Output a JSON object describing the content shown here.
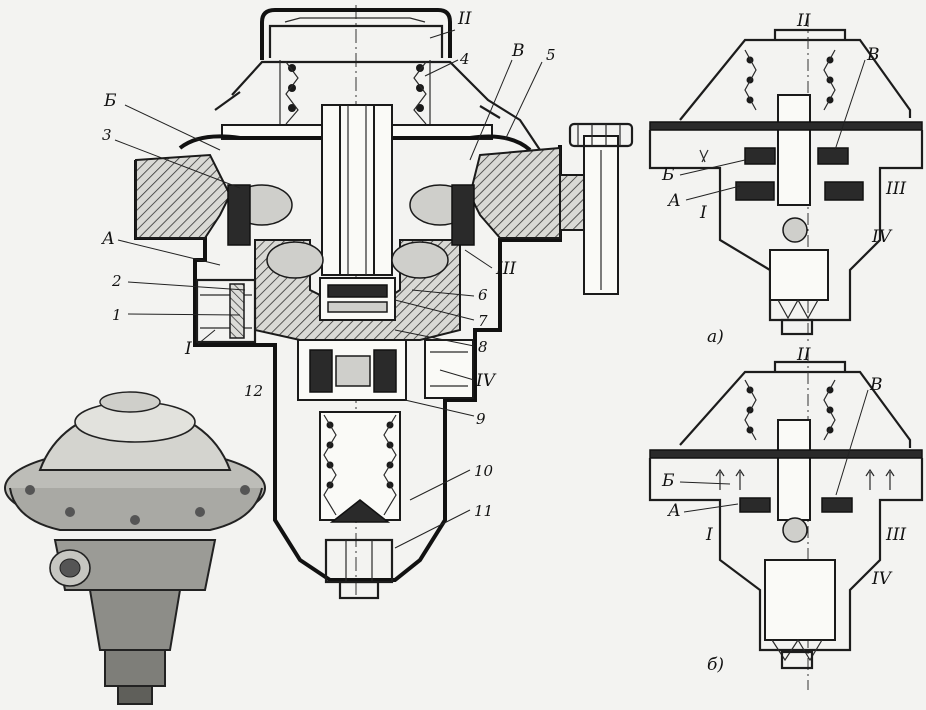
{
  "main_view": {
    "labels": {
      "cap": "II",
      "n4": "4",
      "v": "В",
      "n5": "5",
      "b": "Б",
      "n3": "3",
      "a": "А",
      "iii": "III",
      "n2": "2",
      "n6": "6",
      "n7": "7",
      "n1": "1",
      "n8": "8",
      "i": "I",
      "iv": "IV",
      "n12": "12",
      "n9": "9",
      "n10": "10",
      "n11": "11"
    }
  },
  "view_a": {
    "caption": "а)",
    "labels": {
      "ii": "II",
      "v": "В",
      "b": "Б",
      "iii": "III",
      "a": "А",
      "i": "I",
      "iv": "IV"
    }
  },
  "view_b": {
    "caption": "б)",
    "labels": {
      "ii": "II",
      "v": "В",
      "b": "Б",
      "a": "А",
      "i": "I",
      "iii": "III",
      "iv": "IV"
    }
  }
}
